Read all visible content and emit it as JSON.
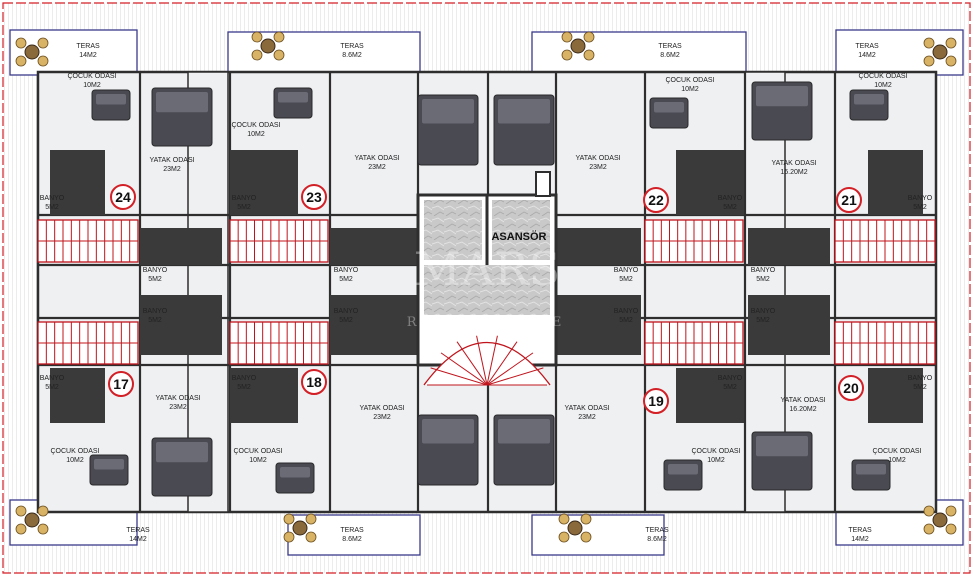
{
  "elevator_label": "ASANSÖR",
  "watermark": {
    "main": "MARS",
    "sub": "REAL ESTATE"
  },
  "colors": {
    "wall": "#2e2e2e",
    "stair": "#c0141c",
    "terrace_line": "#3a3a8c",
    "floor": "#eef0f2",
    "border": "#d31f26"
  },
  "units": [
    "24",
    "23",
    "22",
    "21",
    "17",
    "18",
    "19",
    "20"
  ],
  "rooms": {
    "teras_14": [
      "TERAS",
      "14M2"
    ],
    "teras_86": [
      "TERAS",
      "8.6M2"
    ],
    "cocuk_10": [
      "ÇOCUK ODASI",
      "10M2"
    ],
    "yatak_23": [
      "YATAK ODASI",
      "23M2"
    ],
    "yatak_1620": [
      "YATAK ODASI",
      "16.20M2"
    ],
    "banyo_5": [
      "BANYO",
      "5M2"
    ]
  }
}
